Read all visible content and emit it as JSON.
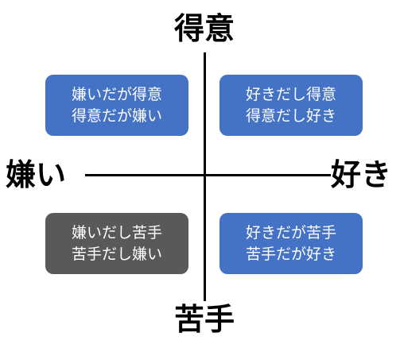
{
  "axes": {
    "top": "得意",
    "bottom": "苦手",
    "left": "嫌い",
    "right": "好き"
  },
  "quadrants": {
    "top_left": {
      "line1": "嫌いだが得意",
      "line2": "得意だが嫌い",
      "color": "#4472C4"
    },
    "top_right": {
      "line1": "好きだし得意",
      "line2": "得意だし好き",
      "color": "#4472C4"
    },
    "bottom_left": {
      "line1": "嫌いだし苦手",
      "line2": "苦手だし嫌い",
      "color": "#595959"
    },
    "bottom_right": {
      "line1": "好きだが苦手",
      "line2": "苦手だが好き",
      "color": "#4472C4"
    }
  }
}
